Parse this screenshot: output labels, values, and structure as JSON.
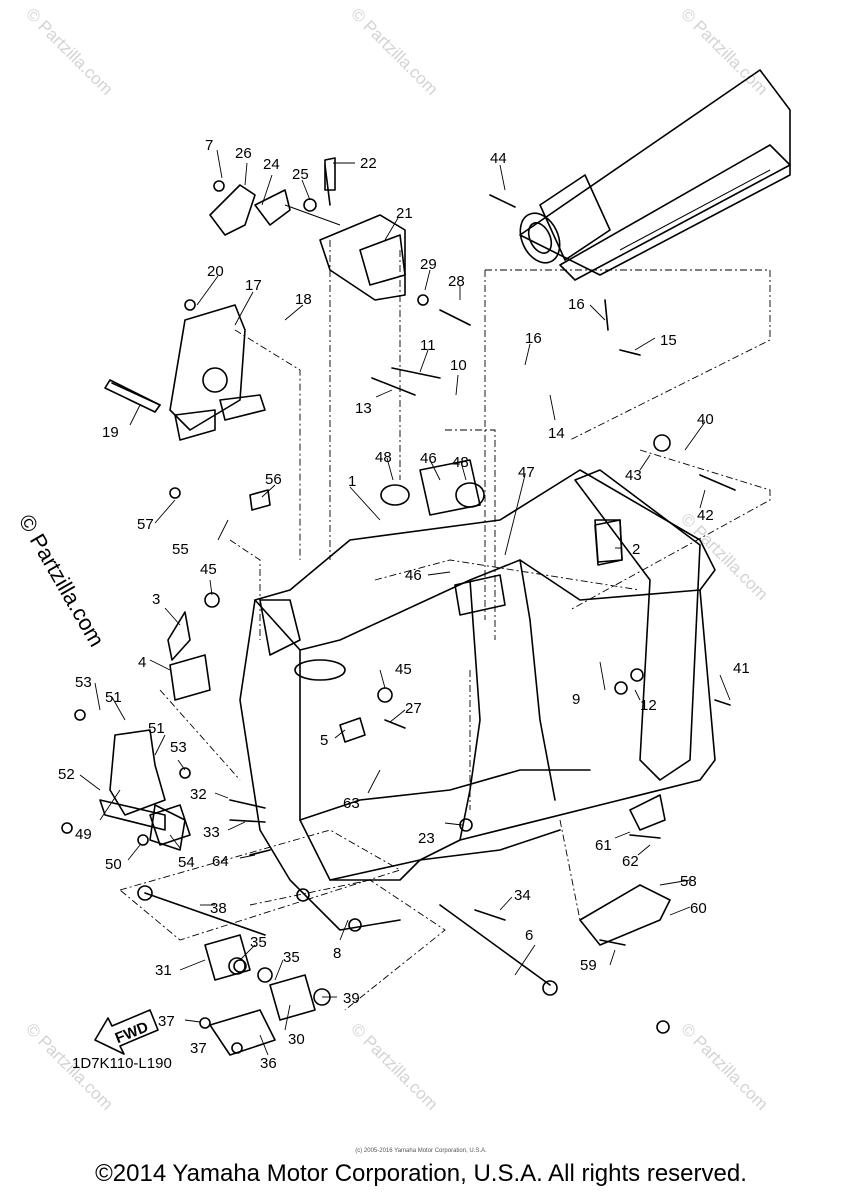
{
  "watermark": {
    "text": "© Partzilla.com",
    "side_text": "© Partzilla.com"
  },
  "diagram": {
    "code": "1D7K110-L190",
    "fwd_label": "FWD",
    "callouts": [
      "1",
      "2",
      "3",
      "4",
      "5",
      "6",
      "7",
      "8",
      "9",
      "10",
      "11",
      "12",
      "13",
      "14",
      "15",
      "16",
      "17",
      "18",
      "19",
      "20",
      "21",
      "22",
      "23",
      "24",
      "25",
      "26",
      "27",
      "28",
      "29",
      "30",
      "31",
      "32",
      "33",
      "34",
      "35",
      "36",
      "37",
      "38",
      "39",
      "40",
      "41",
      "42",
      "43",
      "44",
      "45",
      "46",
      "47",
      "48",
      "49",
      "50",
      "51",
      "52",
      "53",
      "54",
      "55",
      "56",
      "57",
      "58",
      "59",
      "60",
      "61",
      "62",
      "63",
      "64"
    ]
  },
  "footer": {
    "copyright": "©2014 Yamaha Motor Corporation, U.S.A. All rights reserved.",
    "small_copyright": "(c) 2005-2016 Yamaha Motor Corporation, U.S.A."
  }
}
